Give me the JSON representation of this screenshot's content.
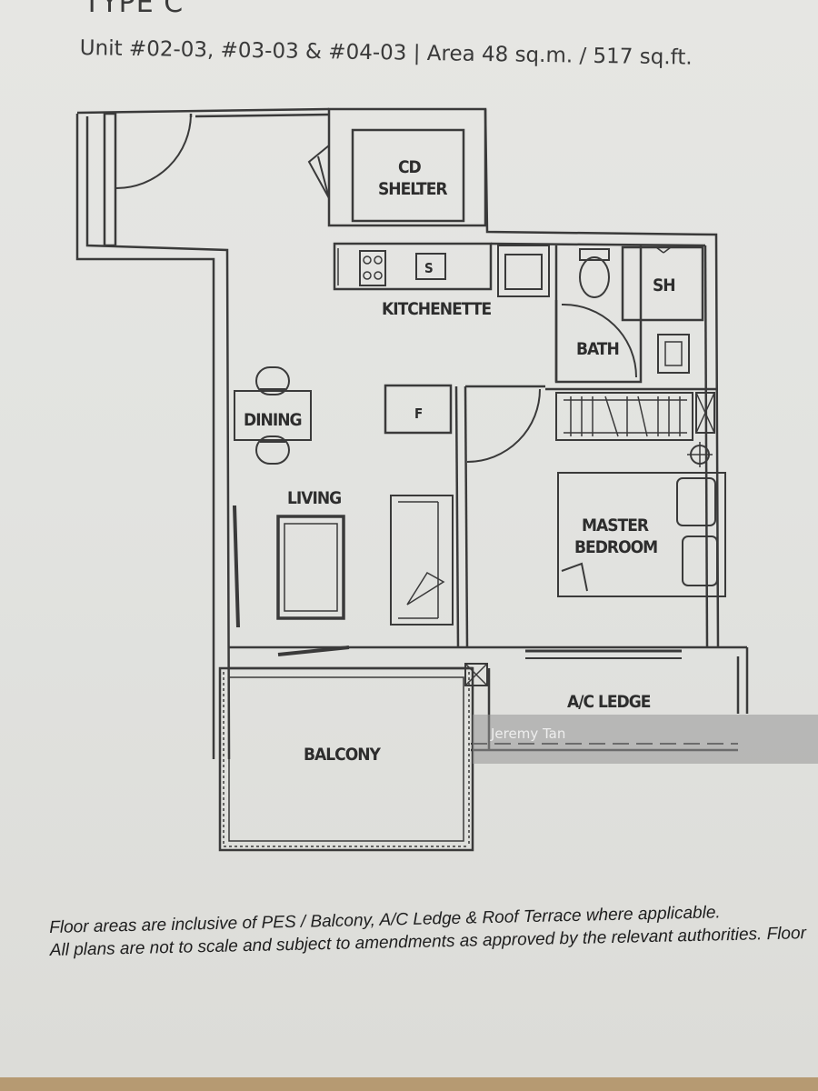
{
  "header": {
    "title": "TYPE C",
    "subtitle": "Unit #02-03, #03-03 & #04-03  |  Area 48 sq.m. / 517 sq.ft."
  },
  "rooms": {
    "cd_shelter_1": "CD",
    "cd_shelter_2": "SHELTER",
    "kitchenette": "KITCHENETTE",
    "sink": "S",
    "bath": "BATH",
    "shower": "SH",
    "dining": "DINING",
    "fridge": "F",
    "living": "LIVING",
    "master_1": "MASTER",
    "master_2": "BEDROOM",
    "ac_ledge": "A/C LEDGE",
    "balcony": "BALCONY"
  },
  "watermark": "Jeremy Tan",
  "notes": {
    "line1": "Floor areas are inclusive of PES / Balcony, A/C Ledge & Roof Terrace where applicable.",
    "line2": "All plans are not to scale and subject to amendments as approved by the relevant authorities. Floor"
  }
}
